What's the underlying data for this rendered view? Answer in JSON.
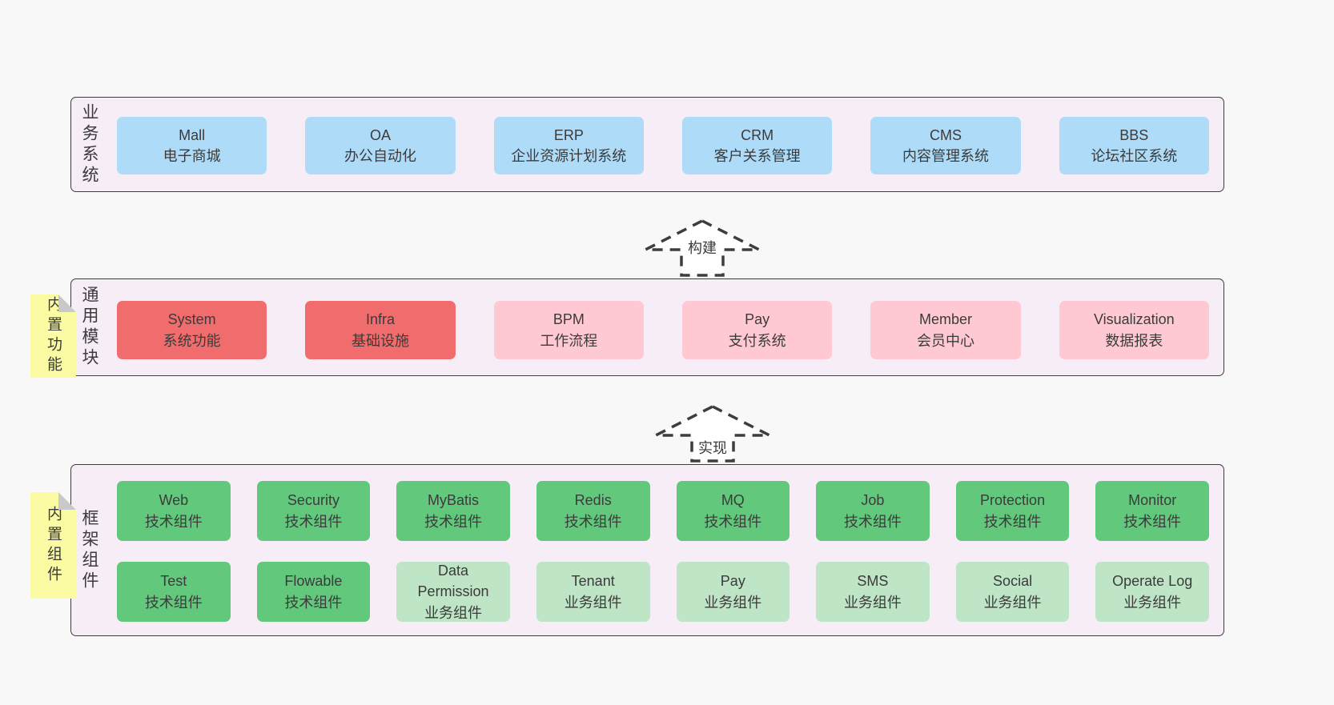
{
  "colors": {
    "page_bg": "#f8f8f8",
    "layer_bg": "#f7edf6",
    "layer_border": "#3d3d3d",
    "blue": "#aedcf8",
    "red": "#f16c6c",
    "pink": "#ffc9d3",
    "green": "#62c87c",
    "green_light": "#bee5c5",
    "note_bg": "#fbfba3",
    "note_fold": "#c9c9c9",
    "text": "#3b3b3b"
  },
  "arrows": [
    {
      "label": "构建"
    },
    {
      "label": "实现"
    }
  ],
  "layers": [
    {
      "id": "business-systems",
      "label_vertical": "业务系统",
      "boxes": [
        {
          "title": "Mall",
          "subtitle": "电子商城",
          "variant": "blue"
        },
        {
          "title": "OA",
          "subtitle": "办公自动化",
          "variant": "blue"
        },
        {
          "title": "ERP",
          "subtitle": "企业资源计划系统",
          "variant": "blue"
        },
        {
          "title": "CRM",
          "subtitle": "客户关系管理",
          "variant": "blue"
        },
        {
          "title": "CMS",
          "subtitle": "内容管理系统",
          "variant": "blue"
        },
        {
          "title": "BBS",
          "subtitle": "论坛社区系统",
          "variant": "blue"
        }
      ]
    },
    {
      "id": "common-modules",
      "label_vertical": "通用模块",
      "note": "内置功能",
      "boxes": [
        {
          "title": "System",
          "subtitle": "系统功能",
          "variant": "red"
        },
        {
          "title": "Infra",
          "subtitle": "基础设施",
          "variant": "red"
        },
        {
          "title": "BPM",
          "subtitle": "工作流程",
          "variant": "pink"
        },
        {
          "title": "Pay",
          "subtitle": "支付系统",
          "variant": "pink"
        },
        {
          "title": "Member",
          "subtitle": "会员中心",
          "variant": "pink"
        },
        {
          "title": "Visualization",
          "subtitle": "数据报表",
          "variant": "pink"
        }
      ]
    },
    {
      "id": "framework-components",
      "label_vertical": "框架组件",
      "note": "内置组件",
      "boxes": [
        {
          "title": "Web",
          "subtitle": "技术组件",
          "variant": "green"
        },
        {
          "title": "Security",
          "subtitle": "技术组件",
          "variant": "green"
        },
        {
          "title": "MyBatis",
          "subtitle": "技术组件",
          "variant": "green"
        },
        {
          "title": "Redis",
          "subtitle": "技术组件",
          "variant": "green"
        },
        {
          "title": "MQ",
          "subtitle": "技术组件",
          "variant": "green"
        },
        {
          "title": "Job",
          "subtitle": "技术组件",
          "variant": "green"
        },
        {
          "title": "Protection",
          "subtitle": "技术组件",
          "variant": "green"
        },
        {
          "title": "Monitor",
          "subtitle": "技术组件",
          "variant": "green"
        },
        {
          "title": "Test",
          "subtitle": "技术组件",
          "variant": "green"
        },
        {
          "title": "Flowable",
          "subtitle": "技术组件",
          "variant": "green"
        },
        {
          "title": "Data Permission",
          "subtitle": "业务组件",
          "variant": "green-light"
        },
        {
          "title": "Tenant",
          "subtitle": "业务组件",
          "variant": "green-light"
        },
        {
          "title": "Pay",
          "subtitle": "业务组件",
          "variant": "green-light"
        },
        {
          "title": "SMS",
          "subtitle": "业务组件",
          "variant": "green-light"
        },
        {
          "title": "Social",
          "subtitle": "业务组件",
          "variant": "green-light"
        },
        {
          "title": "Operate Log",
          "subtitle": "业务组件",
          "variant": "green-light"
        }
      ]
    }
  ]
}
